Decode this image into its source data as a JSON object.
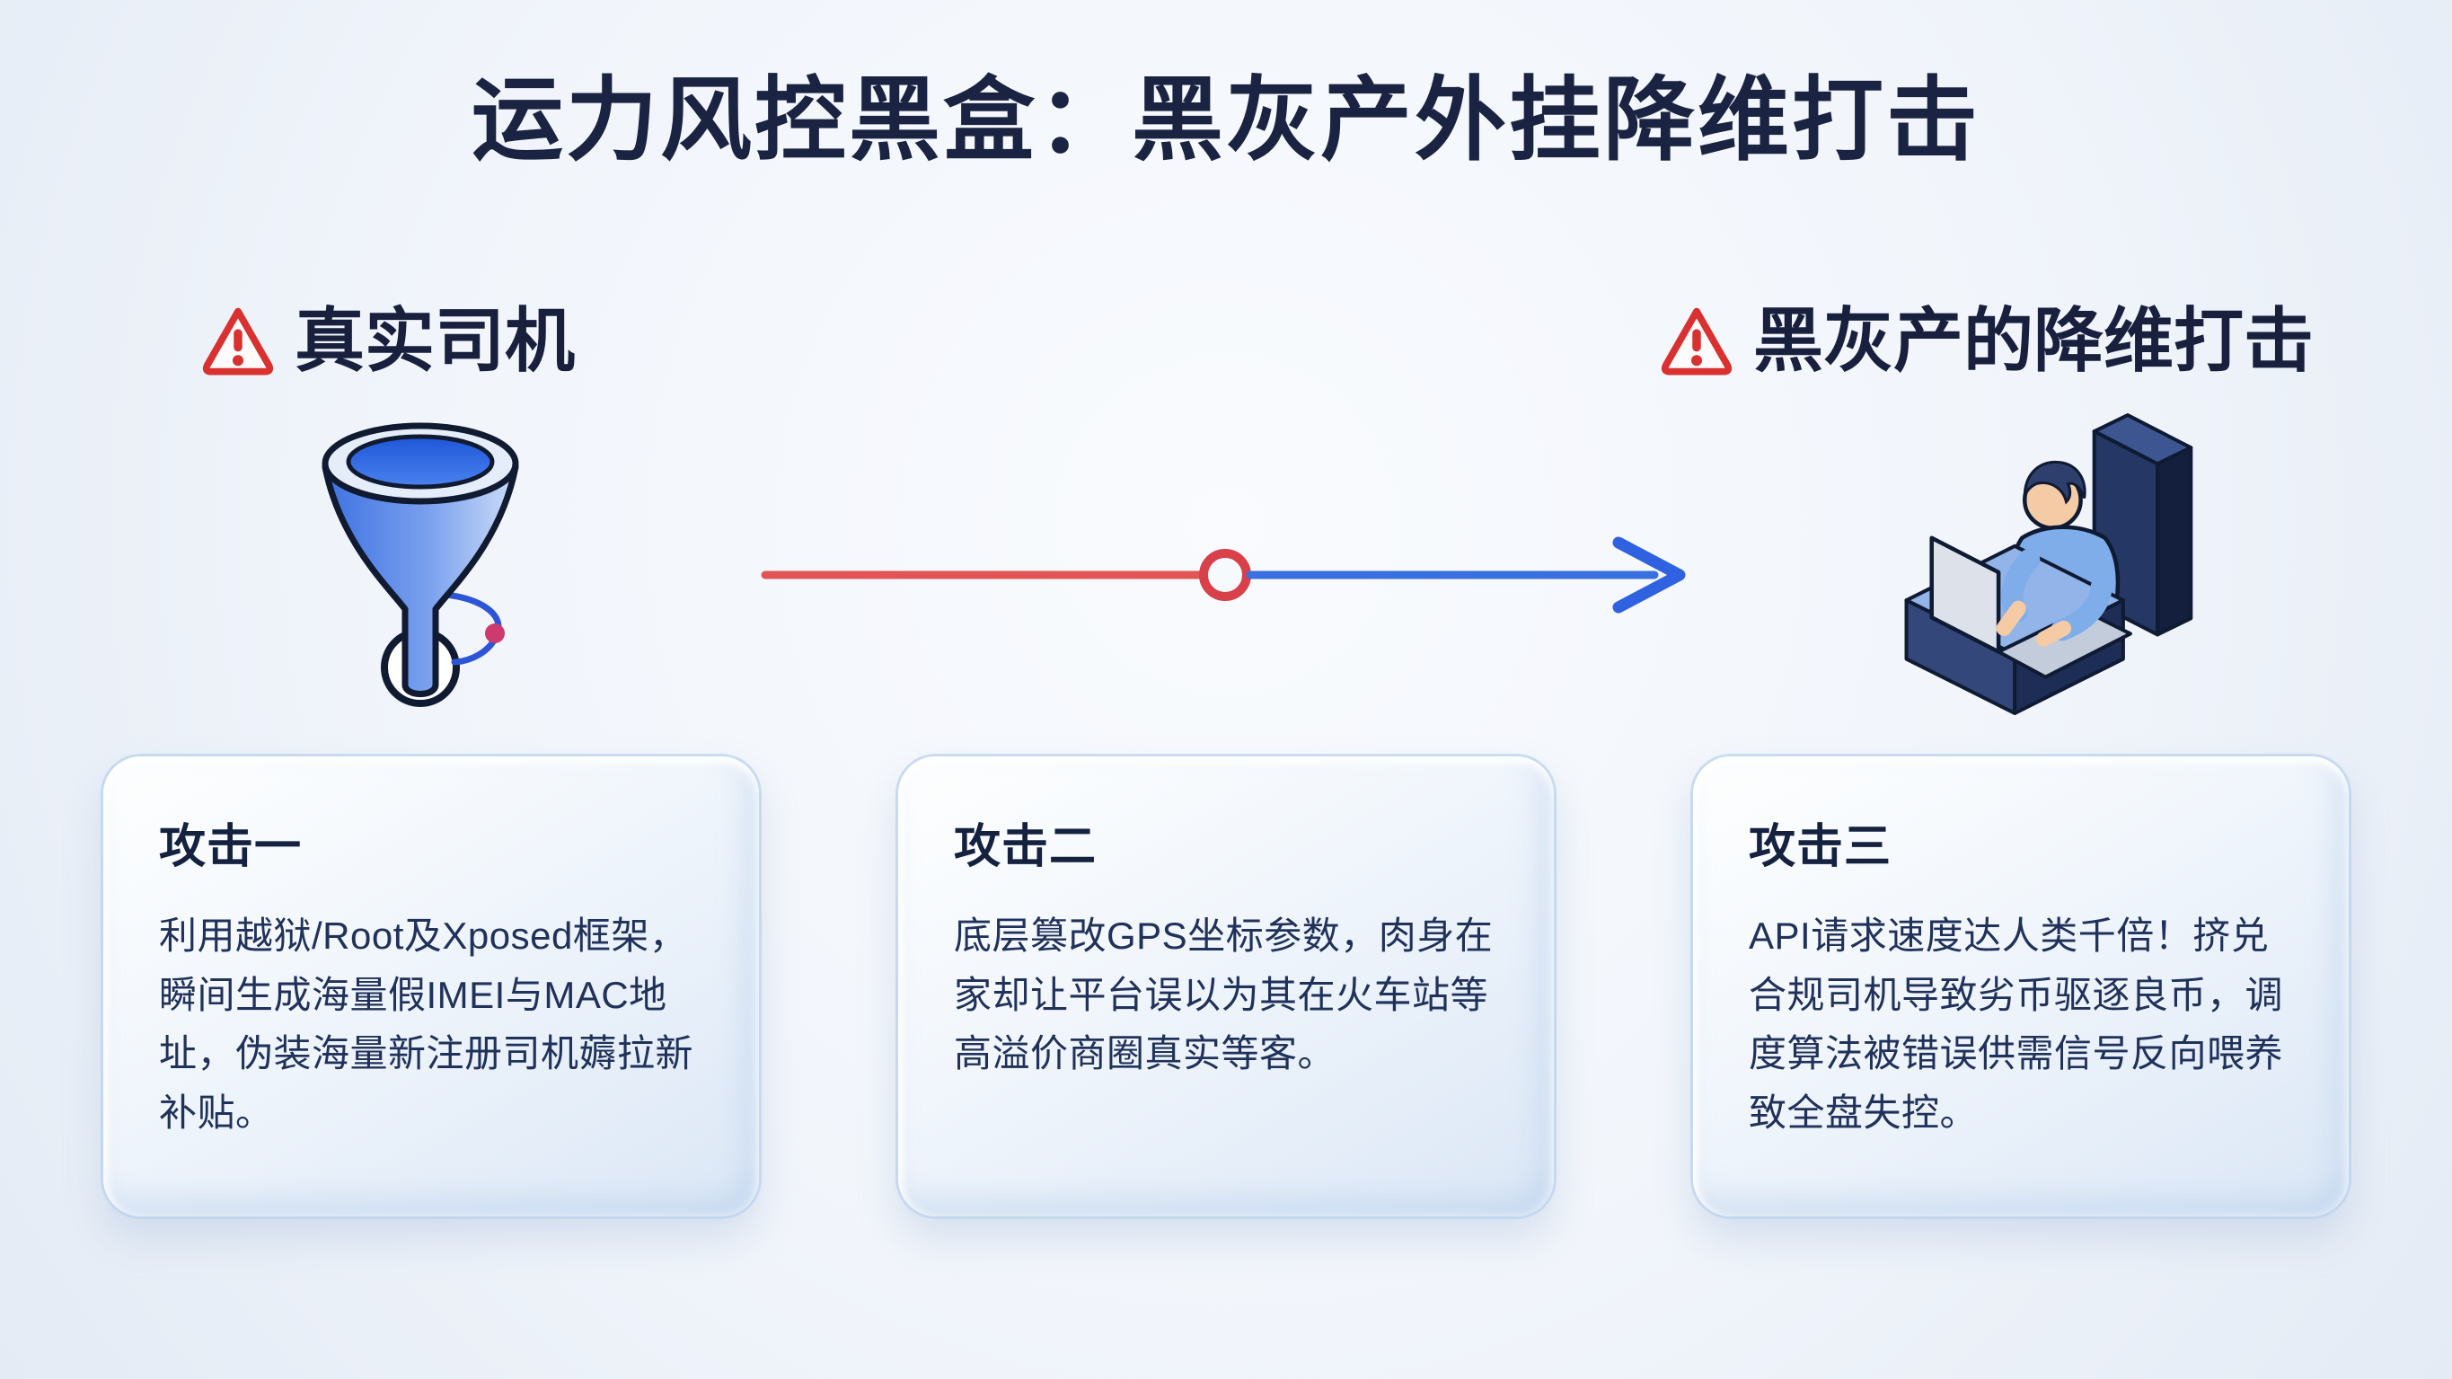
{
  "title": "运力风控黑盒：黑灰产外挂降维打击",
  "sections": {
    "left": {
      "label": "真实司机",
      "icon": "warning-triangle-icon",
      "illustration": "funnel"
    },
    "right": {
      "label": "黑灰产的降维打击",
      "icon": "warning-triangle-icon",
      "illustration": "person-at-laptop"
    }
  },
  "connector": {
    "direction": "left-to-right",
    "line_red": "#e25555",
    "midpoint_ring_red": "#d8404a",
    "arrow_blue": "#3a6fe0"
  },
  "cards": [
    {
      "title": "攻击一",
      "body": "利用越狱/Root及Xposed框架，瞬间生成海量假IMEI与MAC地址，伪装海量新注册司机薅拉新补贴。"
    },
    {
      "title": "攻击二",
      "body": "底层篡改GPS坐标参数，肉身在家却让平台误以为其在火车站等高溢价商圈真实等客。"
    },
    {
      "title": "攻击三",
      "body": "API请求速度达人类千倍！挤兑合规司机导致劣币驱逐良币，调度算法被错误供需信号反向喂养致全盘失控。"
    }
  ],
  "colors": {
    "title_text": "#1b2342",
    "body_text": "#20315a",
    "warning_red": "#d93030",
    "funnel_blue": "#3f74e4",
    "orbit_dot_magenta": "#cc3a6e",
    "background": "#eef3fa",
    "card_edge_blue": "#bcd3ed"
  }
}
